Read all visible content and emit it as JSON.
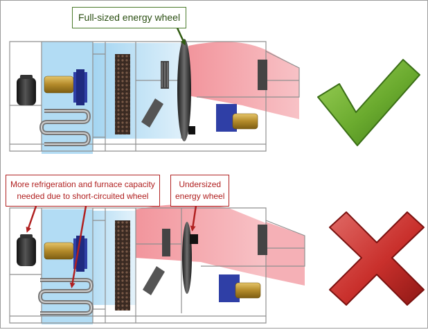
{
  "callouts": {
    "full_wheel": "Full-sized energy wheel",
    "refrigeration": "More refrigeration and furnace capacity needed due to short-circuited wheel",
    "refrigeration_line1": "More refrigeration and furnace capacity",
    "refrigeration_line2": "needed due to short-circuited wheel",
    "undersized_line1": "Undersized",
    "undersized_line2": "energy wheel"
  },
  "icons": {
    "good": "checkmark-icon",
    "bad": "cross-icon"
  },
  "colors": {
    "cool_air": "#7fc4ec",
    "warm_air": "#ef7c85",
    "check_green": "#6aaa2e",
    "cross_red": "#c9302c",
    "callout_green": "#4a7a2a",
    "callout_red": "#b02020"
  }
}
